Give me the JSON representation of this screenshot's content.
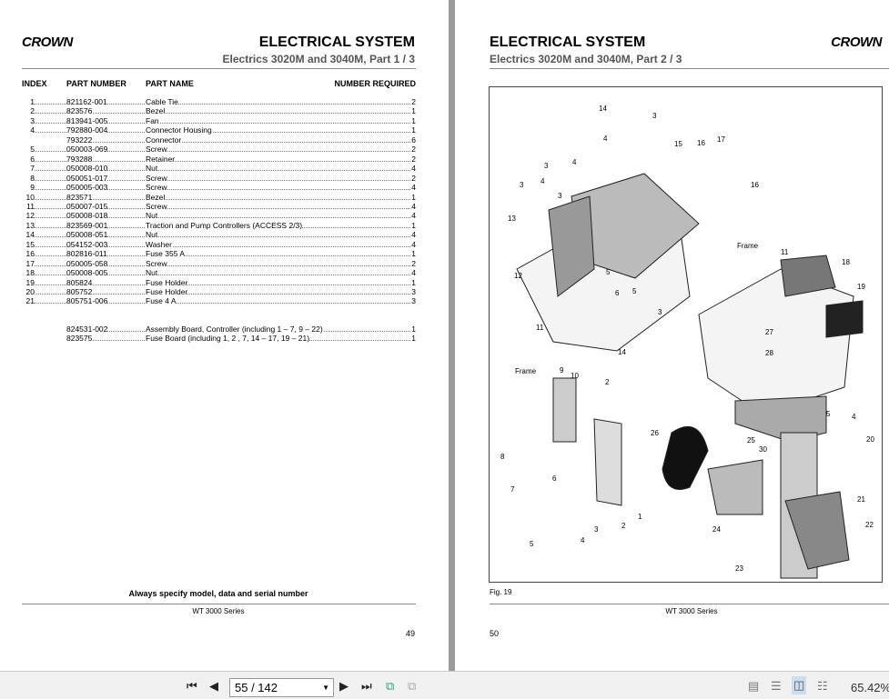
{
  "left_page": {
    "logo": "CROWN",
    "title": "ELECTRICAL SYSTEM",
    "subtitle": "Electrics 3020M and 3040M, Part 1 / 3",
    "columns": [
      "INDEX",
      "PART NUMBER",
      "PART NAME",
      "NUMBER REQUIRED"
    ],
    "rows": [
      [
        "1",
        "821162-001",
        "Cable Tie",
        "2"
      ],
      [
        "2",
        "823576",
        "Bezel",
        "1"
      ],
      [
        "3",
        "813941-005",
        "Fan",
        "1"
      ],
      [
        "4",
        "792880-004",
        "Connector Housing",
        "1"
      ],
      [
        "",
        "793222",
        "Connector",
        "6"
      ],
      [
        "5",
        "050003-069",
        "Screw",
        "2"
      ],
      [
        "6",
        "793288",
        "Retainer",
        "2"
      ],
      [
        "7",
        "050008-010",
        "Nut",
        "4"
      ],
      [
        "8",
        "050051-017",
        "Screw",
        "2"
      ],
      [
        "9",
        "050005-003",
        "Screw",
        "4"
      ],
      [
        "10",
        "823571",
        "Bezel",
        "1"
      ],
      [
        "11",
        "050007-015",
        "Screw",
        "4"
      ],
      [
        "12",
        "050008-018",
        "Nut",
        "4"
      ],
      [
        "13",
        "823569-001",
        "Traction and Pump Controllers (ACCESS 2/3)",
        "1"
      ],
      [
        "14",
        "050008-051",
        "Nut",
        "4"
      ],
      [
        "15",
        "054152-003",
        "Washer",
        "4"
      ],
      [
        "16",
        "802816-011",
        "Fuse 355 A",
        "1"
      ],
      [
        "17",
        "050005-058",
        "Screw",
        "2"
      ],
      [
        "18",
        "050008-005",
        "Nut",
        "4"
      ],
      [
        "19",
        "805824",
        "Fuse Holder",
        "1"
      ],
      [
        "20",
        "805752",
        "Fuse Holder",
        "3"
      ],
      [
        "21",
        "805751-006",
        "Fuse 4 A",
        "3"
      ]
    ],
    "assemblies": [
      [
        "",
        "824531-002",
        "Assembly Board, Controller (including 1 – 7, 9 – 22)",
        "1"
      ],
      [
        "",
        "823575",
        "Fuse Board (including 1, 2 , 7, 14 – 17, 19 – 21)",
        "1"
      ]
    ],
    "note": "Always specify model, data and serial number",
    "series": "WT 3000 Series",
    "page_number": "49"
  },
  "right_page": {
    "logo": "CROWN",
    "title": "ELECTRICAL SYSTEM",
    "subtitle": "Electrics 3020M and 3040M, Part 2 / 3",
    "figure_label": "Fig. 19",
    "series": "WT 3000 Series",
    "page_number": "50",
    "callouts": [
      "14",
      "3",
      "4",
      "15",
      "16",
      "17",
      "3",
      "4",
      "4",
      "3",
      "3",
      "16",
      "13",
      "Frame",
      "11",
      "18",
      "12",
      "5",
      "6",
      "5",
      "19",
      "11",
      "3",
      "27",
      "14",
      "28",
      "Frame",
      "9",
      "10",
      "2",
      "5",
      "4",
      "26",
      "25",
      "20",
      "8",
      "30",
      "6",
      "7",
      "1",
      "21",
      "2",
      "3",
      "22",
      "24",
      "4",
      "5",
      "23"
    ]
  },
  "toolbar": {
    "page_value": "55 / 142",
    "zoom": "65.42%",
    "icons": [
      "first-page-icon",
      "previous-page-icon",
      "next-page-icon",
      "last-page-icon",
      "rotate-icon",
      "copy-icon",
      "single-page-icon",
      "continuous-icon",
      "facing-icon",
      "continuous-facing-icon"
    ]
  }
}
